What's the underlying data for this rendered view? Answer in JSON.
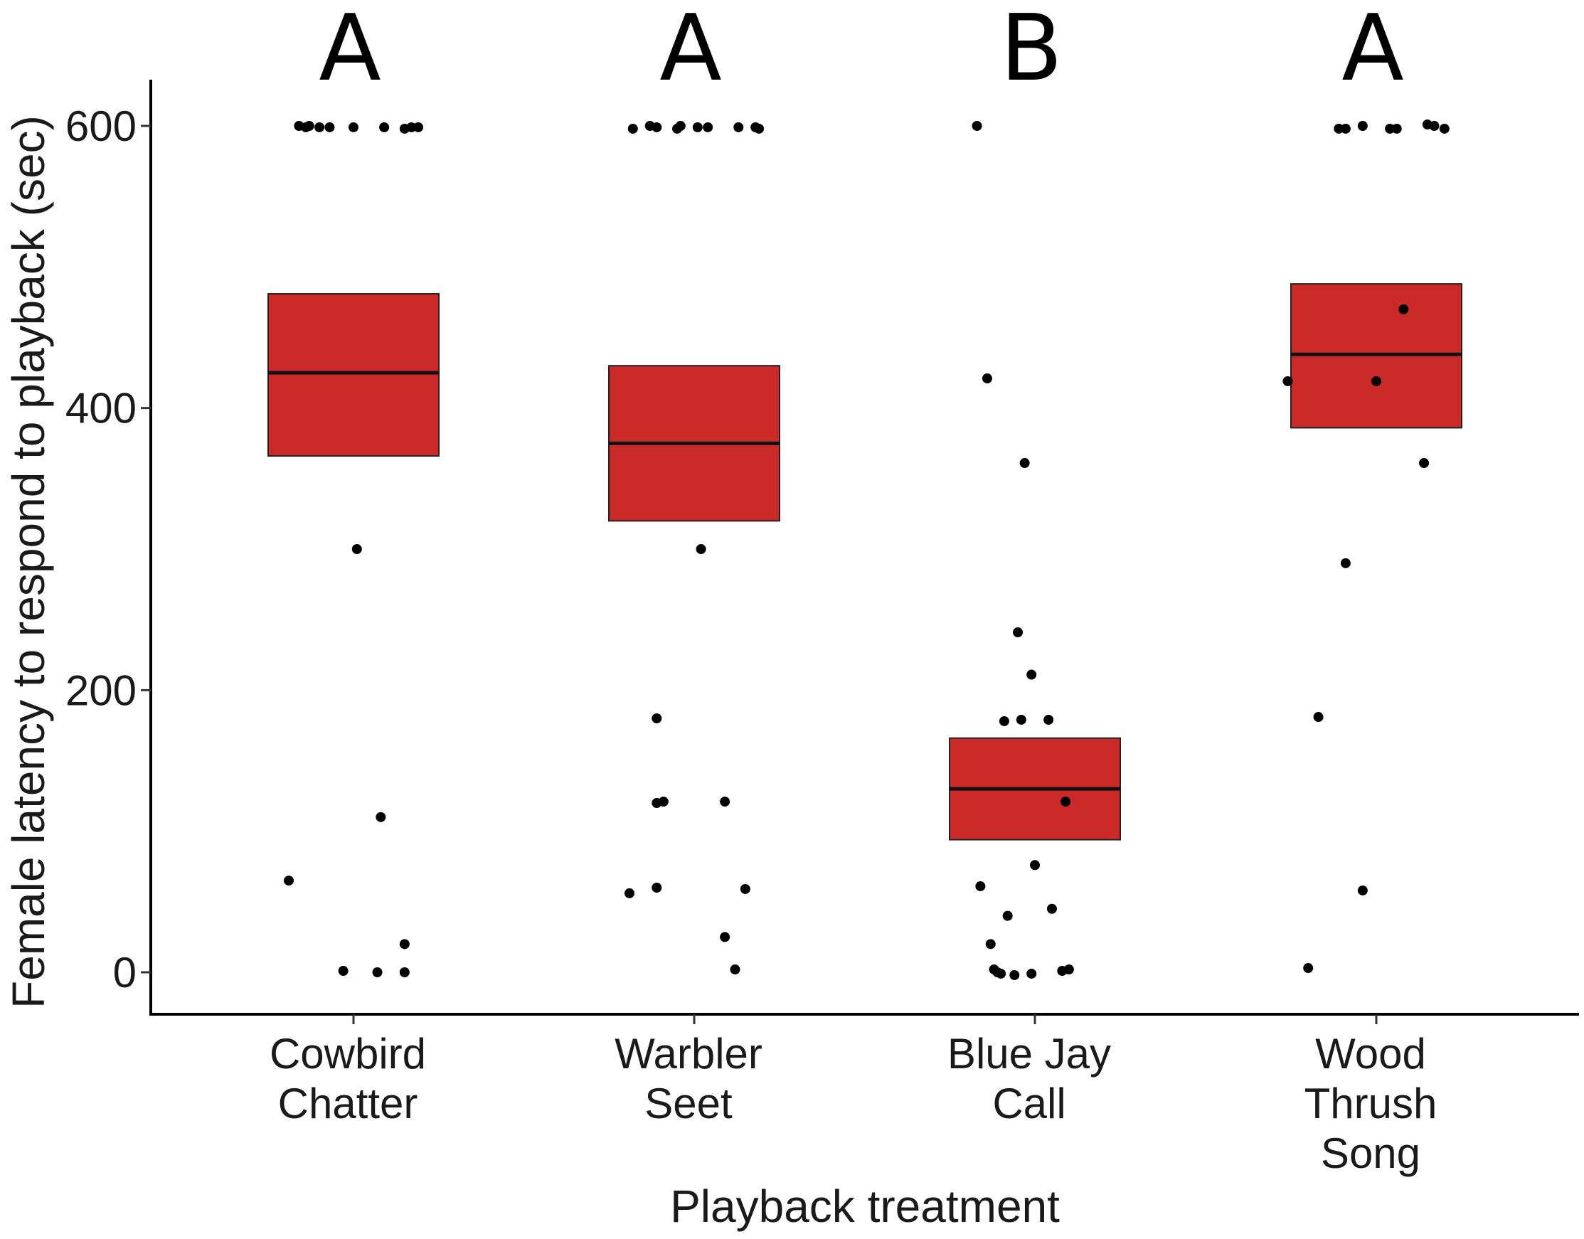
{
  "chart_data": {
    "type": "box-jitter",
    "title": "",
    "xlabel": "Playback treatment",
    "ylabel": "Female latency to respond to playback (sec)",
    "ylim": [
      -30,
      630
    ],
    "yticks": [
      0,
      200,
      400,
      600
    ],
    "grid": false,
    "box_color": "#cc2929",
    "categories": [
      {
        "lines": [
          "Cowbird",
          "Chatter"
        ],
        "letter": "A"
      },
      {
        "lines": [
          "Warbler",
          "Seet"
        ],
        "letter": "A"
      },
      {
        "lines": [
          "Blue Jay",
          "Call"
        ],
        "letter": "B"
      },
      {
        "lines": [
          "Wood",
          "Thrush",
          "Song"
        ],
        "letter": "A"
      }
    ],
    "boxes": [
      {
        "lower": 366,
        "middle": 425,
        "upper": 481
      },
      {
        "lower": 320,
        "middle": 375,
        "upper": 430
      },
      {
        "lower": 94,
        "middle": 130,
        "upper": 166
      },
      {
        "lower": 386,
        "middle": 438,
        "upper": 488
      }
    ],
    "points": [
      [
        {
          "dx": -0.16,
          "y": 600
        },
        {
          "dx": -0.14,
          "y": 599
        },
        {
          "dx": -0.13,
          "y": 600
        },
        {
          "dx": -0.1,
          "y": 599
        },
        {
          "dx": -0.07,
          "y": 599
        },
        {
          "dx": 0.0,
          "y": 599
        },
        {
          "dx": 0.09,
          "y": 599
        },
        {
          "dx": 0.15,
          "y": 598
        },
        {
          "dx": 0.17,
          "y": 599
        },
        {
          "dx": 0.19,
          "y": 599
        },
        {
          "dx": 0.01,
          "y": 300
        },
        {
          "dx": 0.08,
          "y": 110
        },
        {
          "dx": -0.19,
          "y": 65
        },
        {
          "dx": 0.15,
          "y": 20
        },
        {
          "dx": -0.03,
          "y": 1
        },
        {
          "dx": 0.07,
          "y": 0
        },
        {
          "dx": 0.15,
          "y": 0
        }
      ],
      [
        {
          "dx": -0.18,
          "y": 598
        },
        {
          "dx": -0.13,
          "y": 600
        },
        {
          "dx": -0.11,
          "y": 599
        },
        {
          "dx": -0.05,
          "y": 598
        },
        {
          "dx": -0.04,
          "y": 600
        },
        {
          "dx": 0.01,
          "y": 599
        },
        {
          "dx": 0.04,
          "y": 599
        },
        {
          "dx": 0.13,
          "y": 599
        },
        {
          "dx": 0.18,
          "y": 599
        },
        {
          "dx": 0.19,
          "y": 598
        },
        {
          "dx": 0.02,
          "y": 300
        },
        {
          "dx": -0.11,
          "y": 180
        },
        {
          "dx": -0.11,
          "y": 120
        },
        {
          "dx": -0.09,
          "y": 121
        },
        {
          "dx": 0.09,
          "y": 121
        },
        {
          "dx": -0.11,
          "y": 60
        },
        {
          "dx": -0.19,
          "y": 56
        },
        {
          "dx": 0.15,
          "y": 59
        },
        {
          "dx": 0.09,
          "y": 25
        },
        {
          "dx": 0.12,
          "y": 2
        }
      ],
      [
        {
          "dx": -0.17,
          "y": 600
        },
        {
          "dx": -0.14,
          "y": 421
        },
        {
          "dx": -0.03,
          "y": 361
        },
        {
          "dx": -0.05,
          "y": 241
        },
        {
          "dx": -0.01,
          "y": 211
        },
        {
          "dx": -0.09,
          "y": 178
        },
        {
          "dx": -0.04,
          "y": 179
        },
        {
          "dx": 0.04,
          "y": 179
        },
        {
          "dx": 0.09,
          "y": 121
        },
        {
          "dx": 0.0,
          "y": 76
        },
        {
          "dx": -0.16,
          "y": 61
        },
        {
          "dx": 0.05,
          "y": 45
        },
        {
          "dx": -0.08,
          "y": 40
        },
        {
          "dx": -0.13,
          "y": 20
        },
        {
          "dx": -0.12,
          "y": 2
        },
        {
          "dx": -0.11,
          "y": 0
        },
        {
          "dx": -0.1,
          "y": -1
        },
        {
          "dx": -0.06,
          "y": -2
        },
        {
          "dx": -0.01,
          "y": -1
        },
        {
          "dx": 0.08,
          "y": 1
        },
        {
          "dx": 0.1,
          "y": 2
        }
      ],
      [
        {
          "dx": -0.11,
          "y": 598
        },
        {
          "dx": -0.09,
          "y": 598
        },
        {
          "dx": -0.04,
          "y": 600
        },
        {
          "dx": 0.04,
          "y": 598
        },
        {
          "dx": 0.06,
          "y": 598
        },
        {
          "dx": 0.15,
          "y": 601
        },
        {
          "dx": 0.17,
          "y": 600
        },
        {
          "dx": 0.2,
          "y": 598
        },
        {
          "dx": 0.08,
          "y": 470
        },
        {
          "dx": -0.26,
          "y": 419
        },
        {
          "dx": 0.0,
          "y": 419
        },
        {
          "dx": 0.14,
          "y": 361
        },
        {
          "dx": -0.09,
          "y": 290
        },
        {
          "dx": -0.17,
          "y": 181
        },
        {
          "dx": -0.04,
          "y": 58
        },
        {
          "dx": -0.2,
          "y": 3
        }
      ]
    ]
  }
}
